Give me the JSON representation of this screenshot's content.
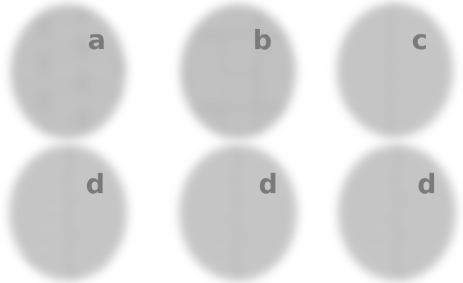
{
  "colors": {
    "background": "#ffffff",
    "wood": "#c9c9c9",
    "seam": "#a2a2a2",
    "label": "#7a7a7a"
  },
  "swatches": [
    {
      "label": "a",
      "pattern": "brick-bond"
    },
    {
      "label": "b",
      "pattern": "basket-weave"
    },
    {
      "label": "c",
      "pattern": "chevron"
    },
    {
      "label": "d",
      "pattern": "herringbone"
    },
    {
      "label": "d",
      "pattern": "herringbone"
    },
    {
      "label": "d",
      "pattern": "herringbone"
    }
  ]
}
